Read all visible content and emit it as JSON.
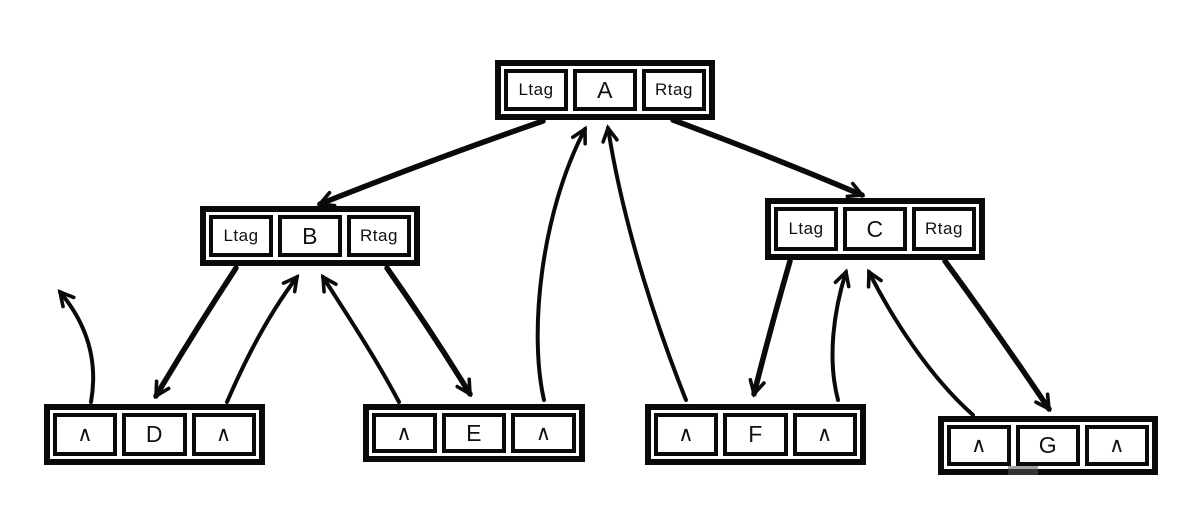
{
  "diagram": {
    "kind": "threaded-binary-tree",
    "background_color": "#ffffff",
    "ink_color": "#0a0a0a",
    "nodes": [
      {
        "id": "A",
        "left": "Ltag",
        "value": "A",
        "right": "Rtag"
      },
      {
        "id": "B",
        "left": "Ltag",
        "value": "B",
        "right": "Rtag"
      },
      {
        "id": "C",
        "left": "Ltag",
        "value": "C",
        "right": "Rtag"
      },
      {
        "id": "D",
        "left": "∧",
        "value": "D",
        "right": "∧"
      },
      {
        "id": "E",
        "left": "∧",
        "value": "E",
        "right": "∧"
      },
      {
        "id": "F",
        "left": "∧",
        "value": "F",
        "right": "∧"
      },
      {
        "id": "G",
        "left": "∧",
        "value": "G",
        "right": "∧"
      }
    ],
    "tree_edges": [
      {
        "from": "A",
        "to": "B",
        "child": "left"
      },
      {
        "from": "A",
        "to": "C",
        "child": "right"
      },
      {
        "from": "B",
        "to": "D",
        "child": "left"
      },
      {
        "from": "B",
        "to": "E",
        "child": "right"
      },
      {
        "from": "C",
        "to": "F",
        "child": "left"
      },
      {
        "from": "C",
        "to": "G",
        "child": "right"
      }
    ],
    "thread_edges": [
      {
        "from": "D",
        "slot": "left",
        "to": null
      },
      {
        "from": "D",
        "slot": "right",
        "to": "B"
      },
      {
        "from": "E",
        "slot": "left",
        "to": "B"
      },
      {
        "from": "E",
        "slot": "right",
        "to": "A"
      },
      {
        "from": "F",
        "slot": "left",
        "to": "A"
      },
      {
        "from": "F",
        "slot": "right",
        "to": "C"
      },
      {
        "from": "G",
        "slot": "left",
        "to": "C"
      }
    ]
  }
}
